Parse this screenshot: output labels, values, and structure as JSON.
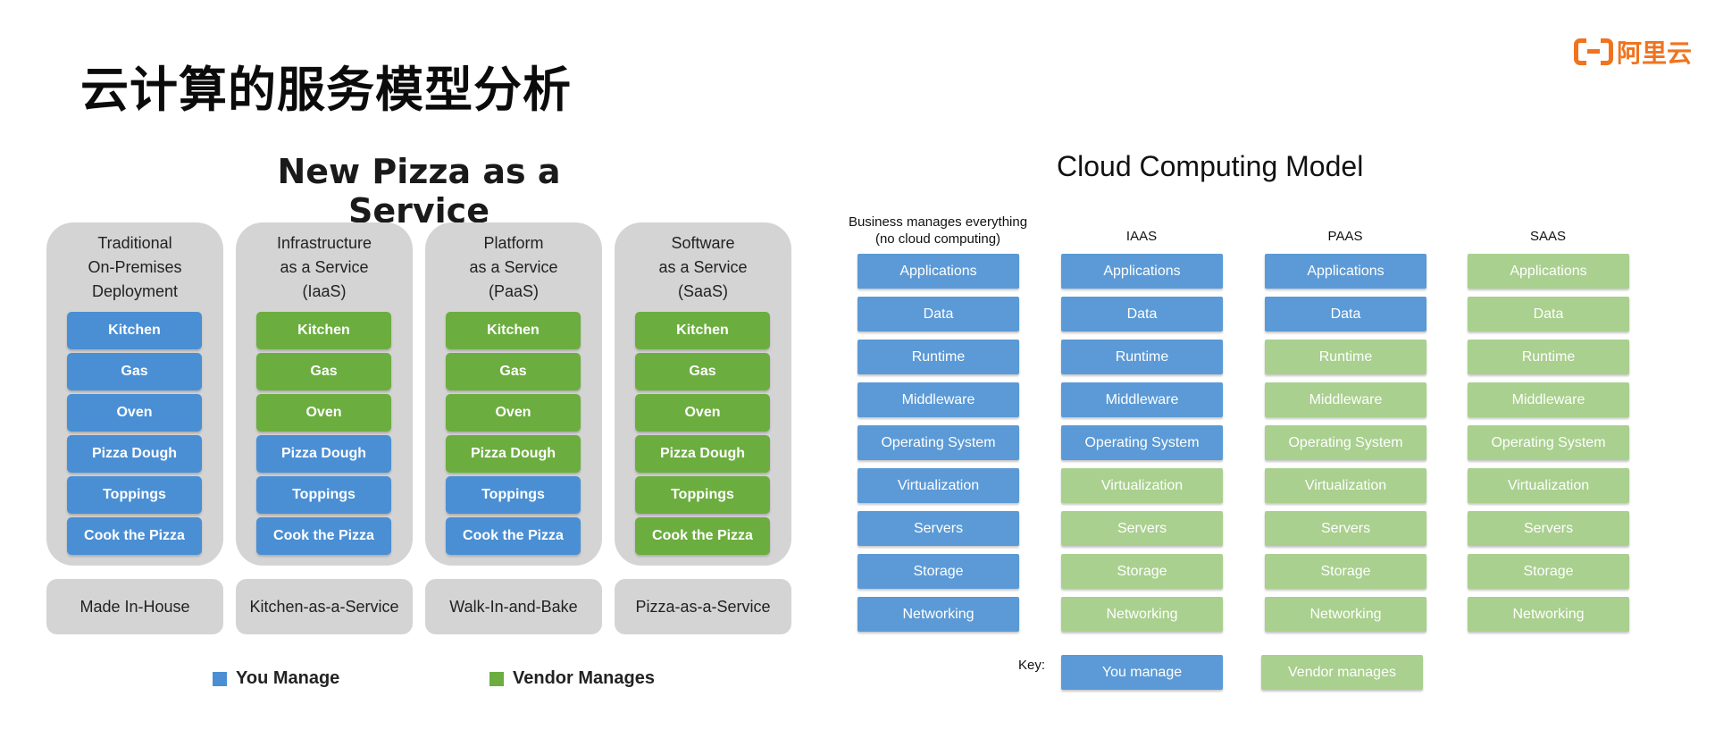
{
  "page_title": "云计算的服务模型分析",
  "logo_text": "阿里云",
  "colors": {
    "you_manage_pizza": "#4a8fd4",
    "vendor_manages_pizza": "#6cad3f",
    "you_manage_cloud": "#5b9ad6",
    "vendor_manages_cloud": "#a9d08e"
  },
  "pizza": {
    "title": "New Pizza as a Service",
    "columns": [
      {
        "header": [
          "Traditional",
          "On-Premises",
          "Deployment"
        ],
        "items": [
          {
            "label": "Kitchen",
            "manager": "you"
          },
          {
            "label": "Gas",
            "manager": "you"
          },
          {
            "label": "Oven",
            "manager": "you"
          },
          {
            "label": "Pizza Dough",
            "manager": "you"
          },
          {
            "label": "Toppings",
            "manager": "you"
          },
          {
            "label": "Cook the Pizza",
            "manager": "you"
          }
        ],
        "footer": "Made In-House"
      },
      {
        "header": [
          "Infrastructure",
          "as a Service",
          "(IaaS)"
        ],
        "items": [
          {
            "label": "Kitchen",
            "manager": "vendor"
          },
          {
            "label": "Gas",
            "manager": "vendor"
          },
          {
            "label": "Oven",
            "manager": "vendor"
          },
          {
            "label": "Pizza Dough",
            "manager": "you"
          },
          {
            "label": "Toppings",
            "manager": "you"
          },
          {
            "label": "Cook the Pizza",
            "manager": "you"
          }
        ],
        "footer": "Kitchen-as-a-Service"
      },
      {
        "header": [
          "Platform",
          "as a Service",
          "(PaaS)"
        ],
        "items": [
          {
            "label": "Kitchen",
            "manager": "vendor"
          },
          {
            "label": "Gas",
            "manager": "vendor"
          },
          {
            "label": "Oven",
            "manager": "vendor"
          },
          {
            "label": "Pizza Dough",
            "manager": "vendor"
          },
          {
            "label": "Toppings",
            "manager": "you"
          },
          {
            "label": "Cook the Pizza",
            "manager": "you"
          }
        ],
        "footer": "Walk-In-and-Bake"
      },
      {
        "header": [
          "Software",
          "as a Service",
          "(SaaS)"
        ],
        "items": [
          {
            "label": "Kitchen",
            "manager": "vendor"
          },
          {
            "label": "Gas",
            "manager": "vendor"
          },
          {
            "label": "Oven",
            "manager": "vendor"
          },
          {
            "label": "Pizza Dough",
            "manager": "vendor"
          },
          {
            "label": "Toppings",
            "manager": "vendor"
          },
          {
            "label": "Cook the Pizza",
            "manager": "vendor"
          }
        ],
        "footer": "Pizza-as-a-Service"
      }
    ],
    "legend": {
      "you": "You Manage",
      "vendor": "Vendor Manages"
    }
  },
  "cloud": {
    "title": "Cloud Computing Model",
    "columns": [
      {
        "header": [
          "Business manages everything",
          "(no cloud computing)"
        ],
        "items": [
          {
            "label": "Applications",
            "manager": "you"
          },
          {
            "label": "Data",
            "manager": "you"
          },
          {
            "label": "Runtime",
            "manager": "you"
          },
          {
            "label": "Middleware",
            "manager": "you"
          },
          {
            "label": "Operating System",
            "manager": "you"
          },
          {
            "label": "Virtualization",
            "manager": "you"
          },
          {
            "label": "Servers",
            "manager": "you"
          },
          {
            "label": "Storage",
            "manager": "you"
          },
          {
            "label": "Networking",
            "manager": "you"
          }
        ]
      },
      {
        "header": [
          "IAAS"
        ],
        "items": [
          {
            "label": "Applications",
            "manager": "you"
          },
          {
            "label": "Data",
            "manager": "you"
          },
          {
            "label": "Runtime",
            "manager": "you"
          },
          {
            "label": "Middleware",
            "manager": "you"
          },
          {
            "label": "Operating System",
            "manager": "you"
          },
          {
            "label": "Virtualization",
            "manager": "vendor"
          },
          {
            "label": "Servers",
            "manager": "vendor"
          },
          {
            "label": "Storage",
            "manager": "vendor"
          },
          {
            "label": "Networking",
            "manager": "vendor"
          }
        ]
      },
      {
        "header": [
          "PAAS"
        ],
        "items": [
          {
            "label": "Applications",
            "manager": "you"
          },
          {
            "label": "Data",
            "manager": "you"
          },
          {
            "label": "Runtime",
            "manager": "vendor"
          },
          {
            "label": "Middleware",
            "manager": "vendor"
          },
          {
            "label": "Operating System",
            "manager": "vendor"
          },
          {
            "label": "Virtualization",
            "manager": "vendor"
          },
          {
            "label": "Servers",
            "manager": "vendor"
          },
          {
            "label": "Storage",
            "manager": "vendor"
          },
          {
            "label": "Networking",
            "manager": "vendor"
          }
        ]
      },
      {
        "header": [
          "SAAS"
        ],
        "items": [
          {
            "label": "Applications",
            "manager": "vendor"
          },
          {
            "label": "Data",
            "manager": "vendor"
          },
          {
            "label": "Runtime",
            "manager": "vendor"
          },
          {
            "label": "Middleware",
            "manager": "vendor"
          },
          {
            "label": "Operating System",
            "manager": "vendor"
          },
          {
            "label": "Virtualization",
            "manager": "vendor"
          },
          {
            "label": "Servers",
            "manager": "vendor"
          },
          {
            "label": "Storage",
            "manager": "vendor"
          },
          {
            "label": "Networking",
            "manager": "vendor"
          }
        ]
      }
    ],
    "key": {
      "label": "Key:",
      "you": "You manage",
      "vendor": "Vendor manages"
    }
  }
}
